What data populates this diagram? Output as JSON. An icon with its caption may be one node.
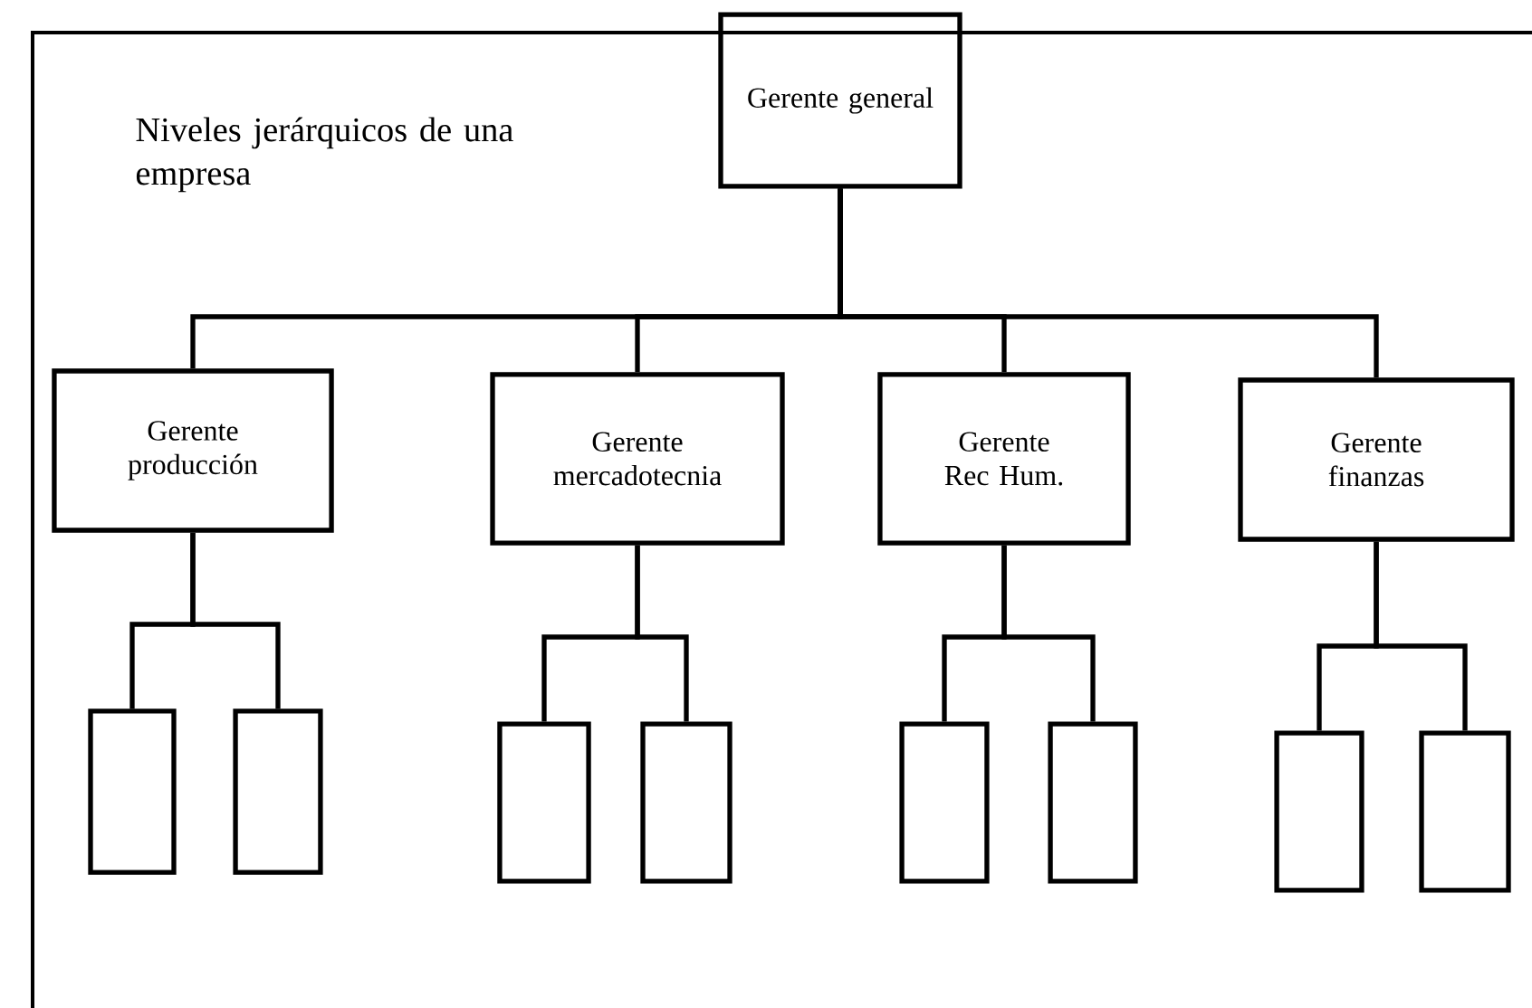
{
  "diagram": {
    "title": "Niveles jerárquicos de una empresa",
    "nodes": [
      {
        "text": [
          "Gerente general"
        ]
      },
      {
        "text": [
          "Gerente producción"
        ]
      },
      {
        "text": [
          "Gerente mercadotecnia"
        ]
      },
      {
        "text": [
          "Gerente Rec Hum."
        ]
      },
      {
        "text": [
          "Gerente finanzas"
        ]
      },
      {
        "text": [],
        "shape": "box"
      },
      {
        "text": [],
        "shape": "box"
      },
      {
        "text": [],
        "shape": "box"
      },
      {
        "text": [],
        "shape": "box"
      },
      {
        "text": [],
        "shape": "box"
      },
      {
        "text": [],
        "shape": "box"
      },
      {
        "text": [],
        "shape": "box"
      },
      {
        "text": [],
        "shape": "box"
      }
    ],
    "edges": [
      {
        "from": 0,
        "to": 1,
        "arrow": "none"
      },
      {
        "from": 0,
        "to": 2,
        "arrow": "none"
      },
      {
        "from": 0,
        "to": 3,
        "arrow": "none"
      },
      {
        "from": 0,
        "to": 4,
        "arrow": "none"
      },
      {
        "from": 1,
        "to": 5,
        "arrow": "none"
      },
      {
        "from": 1,
        "to": 6,
        "arrow": "none"
      },
      {
        "from": 2,
        "to": 7,
        "arrow": "none"
      },
      {
        "from": 2,
        "to": 8,
        "arrow": "none"
      },
      {
        "from": 3,
        "to": 9,
        "arrow": "none"
      },
      {
        "from": 3,
        "to": 10,
        "arrow": "none"
      },
      {
        "from": 4,
        "to": 11,
        "arrow": "none"
      },
      {
        "from": 4,
        "to": 12,
        "arrow": "none"
      }
    ]
  }
}
